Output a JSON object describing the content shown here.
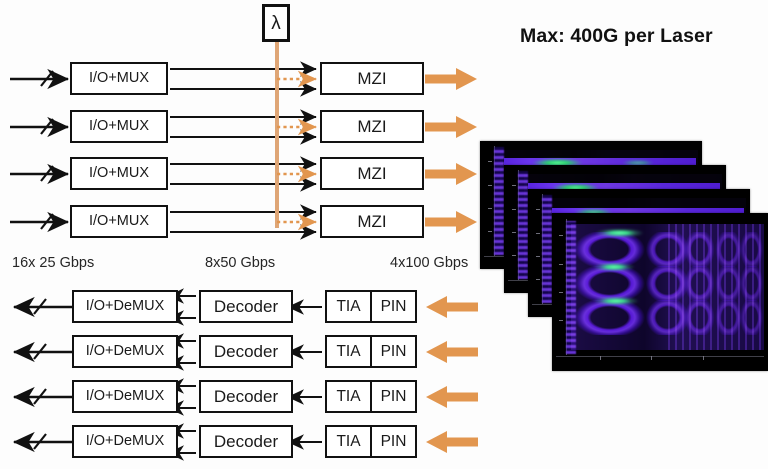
{
  "headline": "Max: 400G per Laser",
  "transmit": {
    "source_label": "λ",
    "rows": [
      {
        "mux": "I/O+MUX",
        "mzi": "MZI"
      },
      {
        "mux": "I/O+MUX",
        "mzi": "MZI"
      },
      {
        "mux": "I/O+MUX",
        "mzi": "MZI"
      },
      {
        "mux": "I/O+MUX",
        "mzi": "MZI"
      }
    ],
    "captions": {
      "input_rate": "16x 25 Gbps",
      "mid_rate": "8x50 Gbps",
      "output_rate": "4x100 Gbps"
    }
  },
  "receive": {
    "rows": [
      {
        "demux": "I/O+DeMUX",
        "decoder": "Decoder",
        "tia": "TIA",
        "pin": "PIN"
      },
      {
        "demux": "I/O+DeMUX",
        "decoder": "Decoder",
        "tia": "TIA",
        "pin": "PIN"
      },
      {
        "demux": "I/O+DeMUX",
        "decoder": "Decoder",
        "tia": "TIA",
        "pin": "PIN"
      },
      {
        "demux": "I/O+DeMUX",
        "decoder": "Decoder",
        "tia": "TIA",
        "pin": "PIN"
      }
    ]
  },
  "eye_diagrams": {
    "count": 4,
    "description": "PAM-4 eye diagram"
  },
  "colors": {
    "orange": "#e2964f",
    "orange_light": "#eead74",
    "line": "#111111",
    "background": "#fdfdfd",
    "eye_background": "#000000",
    "eye_trace": "#6e37fa",
    "eye_peak": "#2de06f"
  }
}
